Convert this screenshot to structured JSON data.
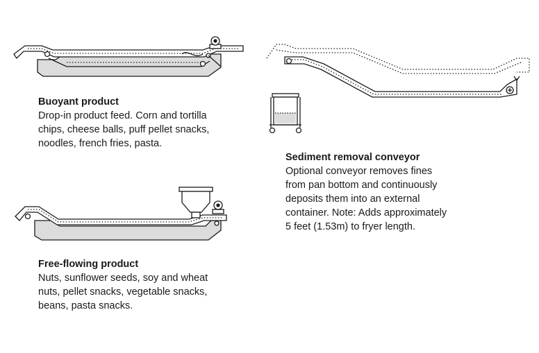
{
  "panels": {
    "buoyant": {
      "title": "Buoyant product",
      "body": "Drop-in product feed. Corn and tortilla\nchips, cheese balls, puff pellet snacks,\nnoodles, french fries, pasta."
    },
    "free_flowing": {
      "title": "Free-flowing product",
      "body": "Nuts, sunflower seeds, soy and wheat\nnuts, pellet snacks, vegetable snacks,\nbeans, pasta snacks."
    },
    "sediment": {
      "title": "Sediment removal conveyor",
      "body": "Optional conveyor removes fines\nfrom pan bottom and continuously\ndeposits them into an external\ncontainer. Note: Adds approximately\n5 feet (1.53m) to fryer length."
    }
  },
  "colors": {
    "pan_fill": "#dcdcdc",
    "line": "#1a1a1a"
  }
}
